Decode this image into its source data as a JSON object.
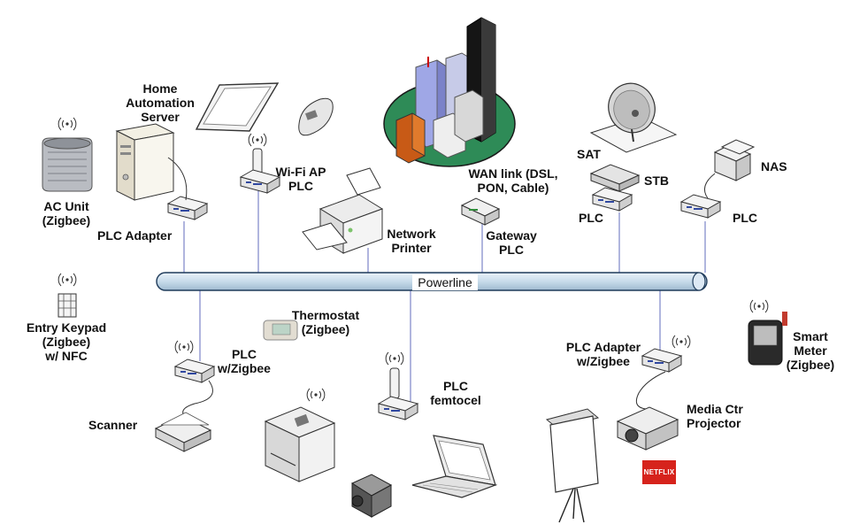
{
  "powerline": {
    "label": "Powerline"
  },
  "nodes": {
    "home_automation_server": [
      "Home",
      "Automation",
      "Server"
    ],
    "ac_unit": [
      "AC Unit",
      "(Zigbee)"
    ],
    "plc_adapter_top": [
      "PLC Adapter"
    ],
    "wifi_ap": [
      "Wi-Fi AP",
      "PLC"
    ],
    "network_printer": [
      "Network",
      "Printer"
    ],
    "wan_link": [
      "WAN link (DSL,",
      "PON, Cable)"
    ],
    "gateway": [
      "Gateway",
      "PLC"
    ],
    "sat": [
      "SAT"
    ],
    "stb": [
      "STB"
    ],
    "plc_stb": [
      "PLC"
    ],
    "nas": [
      "NAS"
    ],
    "plc_nas": [
      "PLC"
    ],
    "entry_keypad": [
      "Entry Keypad",
      "(Zigbee)",
      "w/ NFC"
    ],
    "thermostat": [
      "Thermostat",
      "(Zigbee)"
    ],
    "plc_zigbee": [
      "PLC",
      "w/Zigbee"
    ],
    "scanner": [
      "Scanner"
    ],
    "plc_femtocel": [
      "PLC",
      "femtocel"
    ],
    "plc_adapter_zigbee": [
      "PLC Adapter",
      "w/Zigbee"
    ],
    "media_ctr": [
      "Media Ctr",
      "Projector"
    ],
    "smart_meter": [
      "Smart",
      "Meter",
      "(Zigbee)"
    ]
  },
  "logos": {
    "netflix": "NETFLIX"
  },
  "colors": {
    "powerline_fill": "#cfe0ee",
    "powerline_stroke": "#1f3b5a",
    "drop_line": "#7b84c8",
    "netflix_red": "#d6231c",
    "city_green": "#2e8b57"
  }
}
